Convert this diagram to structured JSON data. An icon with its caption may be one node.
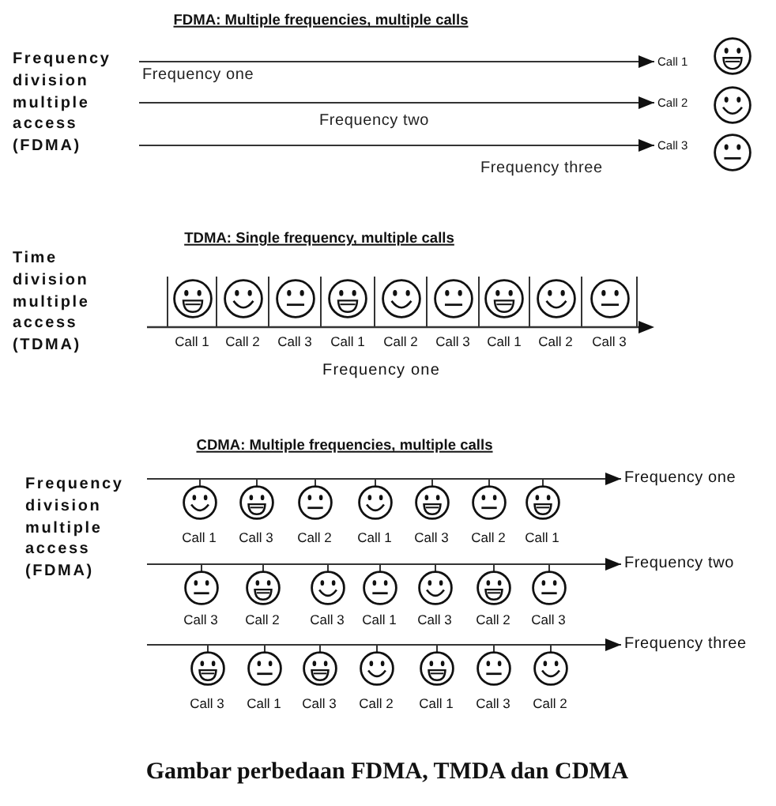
{
  "diagram": {
    "caption": "Gambar perbedaan FDMA, TMDA dan CDMA",
    "nodes": [
      {
        "text": [
          "Call 1"
        ]
      },
      {
        "text": [
          "Call 2"
        ]
      },
      {
        "text": [
          "Call 3"
        ]
      },
      {
        "text": [
          "Call 1"
        ]
      },
      {
        "text": [
          "Call 2"
        ]
      },
      {
        "text": [
          "Call 3"
        ]
      },
      {
        "text": [
          "Call 1"
        ]
      },
      {
        "text": [
          "Call 2"
        ]
      },
      {
        "text": [
          "Call 3"
        ]
      },
      {
        "text": [
          "Call 1"
        ]
      },
      {
        "text": [
          "Call 2"
        ]
      },
      {
        "text": [
          "Call 3"
        ]
      },
      {
        "text": [
          "Frequency one"
        ]
      },
      {
        "text": [
          "Call 1"
        ]
      },
      {
        "text": [
          "Call 3"
        ]
      },
      {
        "text": [
          "Call 2"
        ]
      },
      {
        "text": [
          "Call 1"
        ]
      },
      {
        "text": [
          "Call 3"
        ]
      },
      {
        "text": [
          "Call 2"
        ]
      },
      {
        "text": [
          "Call 1"
        ]
      },
      {
        "text": [
          "Frequency two"
        ]
      },
      {
        "text": [
          "Call 3"
        ]
      },
      {
        "text": [
          "Call 2"
        ]
      },
      {
        "text": [
          "Call 3"
        ]
      },
      {
        "text": [
          "Call 1"
        ]
      },
      {
        "text": [
          "Call 3"
        ]
      },
      {
        "text": [
          "Call 2"
        ]
      },
      {
        "text": [
          "Call 3"
        ]
      },
      {
        "text": [
          "Frequency three"
        ]
      },
      {
        "text": [
          "Call 3"
        ]
      },
      {
        "text": [
          "Call 1"
        ]
      },
      {
        "text": [
          "Call 3"
        ]
      },
      {
        "text": [
          "Call 2"
        ]
      },
      {
        "text": [
          "Call 1"
        ]
      },
      {
        "text": [
          "Call 3"
        ]
      },
      {
        "text": [
          "Call 2"
        ]
      }
    ],
    "edges": [
      {
        "from": null,
        "to": 0,
        "arrow": "to",
        "label": "Frequency one"
      },
      {
        "from": null,
        "to": 1,
        "arrow": "to",
        "label": "Frequency two"
      },
      {
        "from": null,
        "to": 2,
        "arrow": "to",
        "label": "Frequency three"
      },
      {
        "from": null,
        "to": 12,
        "arrow": "to"
      },
      {
        "from": null,
        "to": 20,
        "arrow": "to"
      },
      {
        "from": null,
        "to": 28,
        "arrow": "to"
      }
    ],
    "labels": [
      "FDMA: Multiple frequencies, multiple calls",
      "Frequency division multiple access (FDMA)",
      "TDMA: Single frequency, multiple calls",
      "Time division multiple access (TDMA)",
      "Frequency one",
      "CDMA: Multiple frequencies, multiple calls",
      "Frequency division multiple access (FDMA)"
    ]
  }
}
